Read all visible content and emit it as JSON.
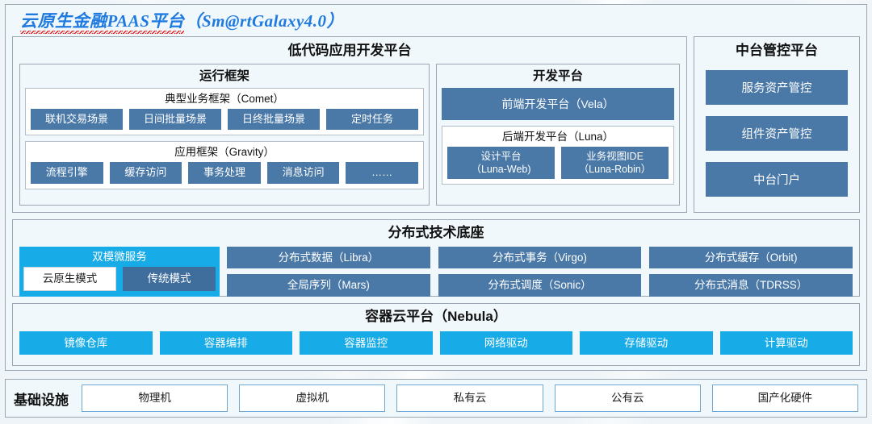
{
  "title": {
    "chinese": "云原生金融PAAS平台",
    "paren": "（Sm@rtGalaxy4.0）",
    "full": "云原生金融PAAS平台（Sm@rtGalaxy4.0）"
  },
  "colors": {
    "accent_steel_blue": "#4A79A8",
    "accent_cyan": "#17ABE8",
    "title_blue": "#1F7AE0",
    "spellcheck_red": "#E02020",
    "panel_bg": "#F0F8FC",
    "page_bg": "#EEF4F8",
    "frame_border": "#9AA6B2",
    "infra_chip_border": "#6FA8D4"
  },
  "lowcode": {
    "heading": "低代码应用开发平台",
    "runtime": {
      "heading": "运行框架",
      "comet": {
        "heading": "典型业务框架（Comet）",
        "items": [
          "联机交易场景",
          "日间批量场景",
          "日终批量场景",
          "定时任务"
        ]
      },
      "gravity": {
        "heading": "应用框架（Gravity）",
        "items": [
          "流程引擎",
          "缓存访问",
          "事务处理",
          "消息访问",
          "……"
        ]
      }
    },
    "devplatform": {
      "heading": "开发平台",
      "frontend": "前端开发平台（Vela）",
      "backend": {
        "heading": "后端开发平台（Luna）",
        "items": [
          {
            "line1": "设计平台",
            "line2": "（Luna-Web)"
          },
          {
            "line1": "业务视图IDE",
            "line2": "（Luna-Robin）"
          }
        ]
      }
    }
  },
  "midoffice": {
    "heading": "中台管控平台",
    "items": [
      "服务资产管控",
      "组件资产管控",
      "中台门户"
    ]
  },
  "base": {
    "heading": "分布式技术底座",
    "dualmode": {
      "title": "双模微服务",
      "modes": [
        "云原生模式",
        "传统模式"
      ]
    },
    "items": [
      "分布式数据（Libra）",
      "分布式事务（Virgo)",
      "分布式缓存（Orbit)",
      "全局序列（Mars)",
      "分布式调度（Sonic）",
      "分布式消息（TDRSS）"
    ]
  },
  "container": {
    "heading": "容器云平台（Nebula）",
    "items": [
      "镜像仓库",
      "容器编排",
      "容器监控",
      "网络驱动",
      "存储驱动",
      "计算驱动"
    ]
  },
  "infrastructure": {
    "label": "基础设施",
    "items": [
      "物理机",
      "虚拟机",
      "私有云",
      "公有云",
      "国产化硬件"
    ]
  }
}
